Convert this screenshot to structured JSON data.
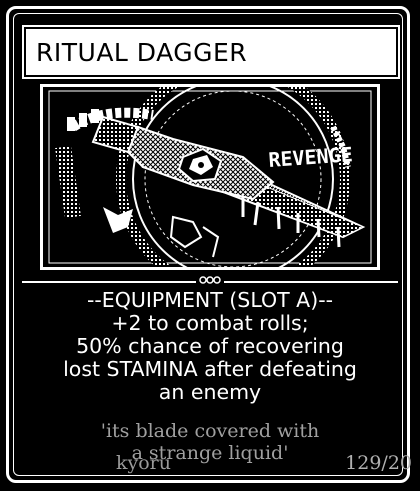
{
  "card": {
    "title": "RITUAL DAGGER",
    "art_label": "REVENGE",
    "description_lines": [
      "--EQUIPMENT (SLOT A)--",
      "+2 to combat rolls;",
      "50% chance of recovering",
      "lost STAMINA after defeating",
      "an enemy"
    ],
    "flavor_lines": [
      "'its blade covered with",
      "a strange liquid'"
    ],
    "artist": "kyoru",
    "number": "129/20"
  },
  "colors": {
    "background": "#000000",
    "foreground": "#ffffff",
    "flavor_text": "#a0a0a0"
  }
}
